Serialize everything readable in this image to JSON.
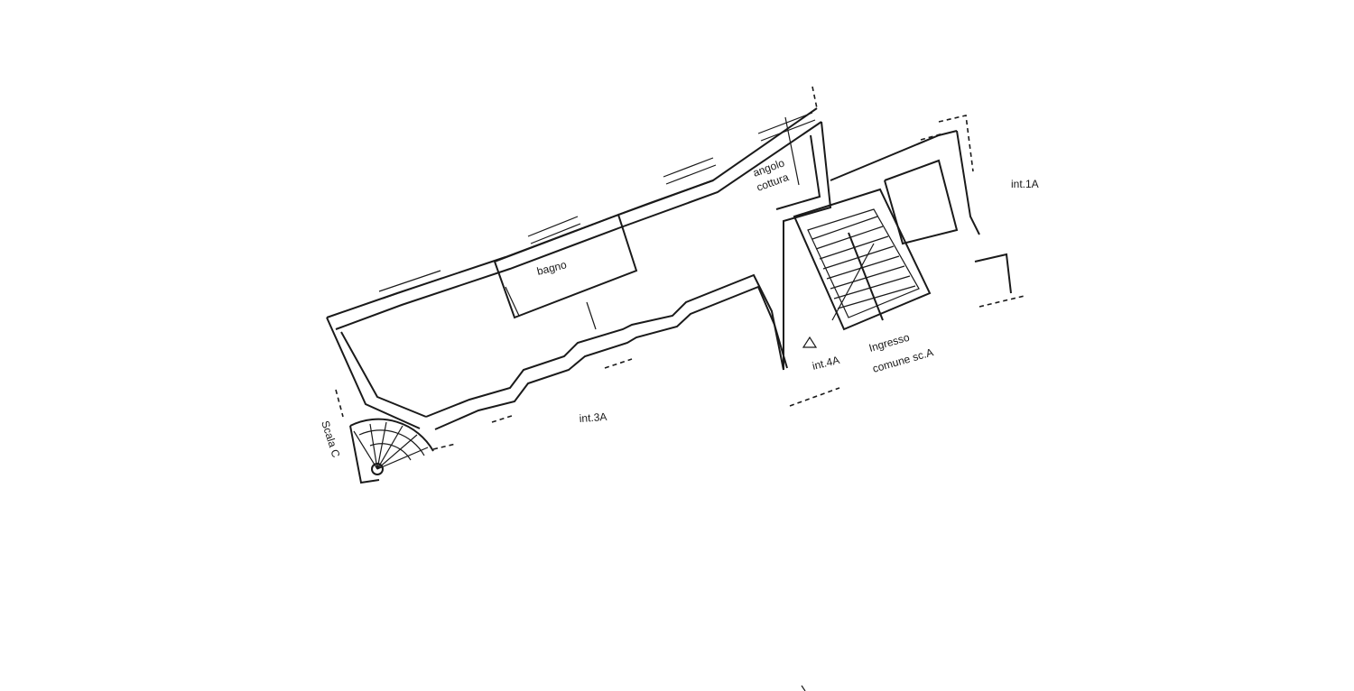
{
  "labels": {
    "angolo": "angolo",
    "cottura": "cottura",
    "bagno": "bagno",
    "int1a": "int.1A",
    "int3a": "int.3A",
    "int4a": "int.4A",
    "ingresso": "Ingresso",
    "comune": "comune sc.A",
    "scala_c": "Scala C"
  }
}
